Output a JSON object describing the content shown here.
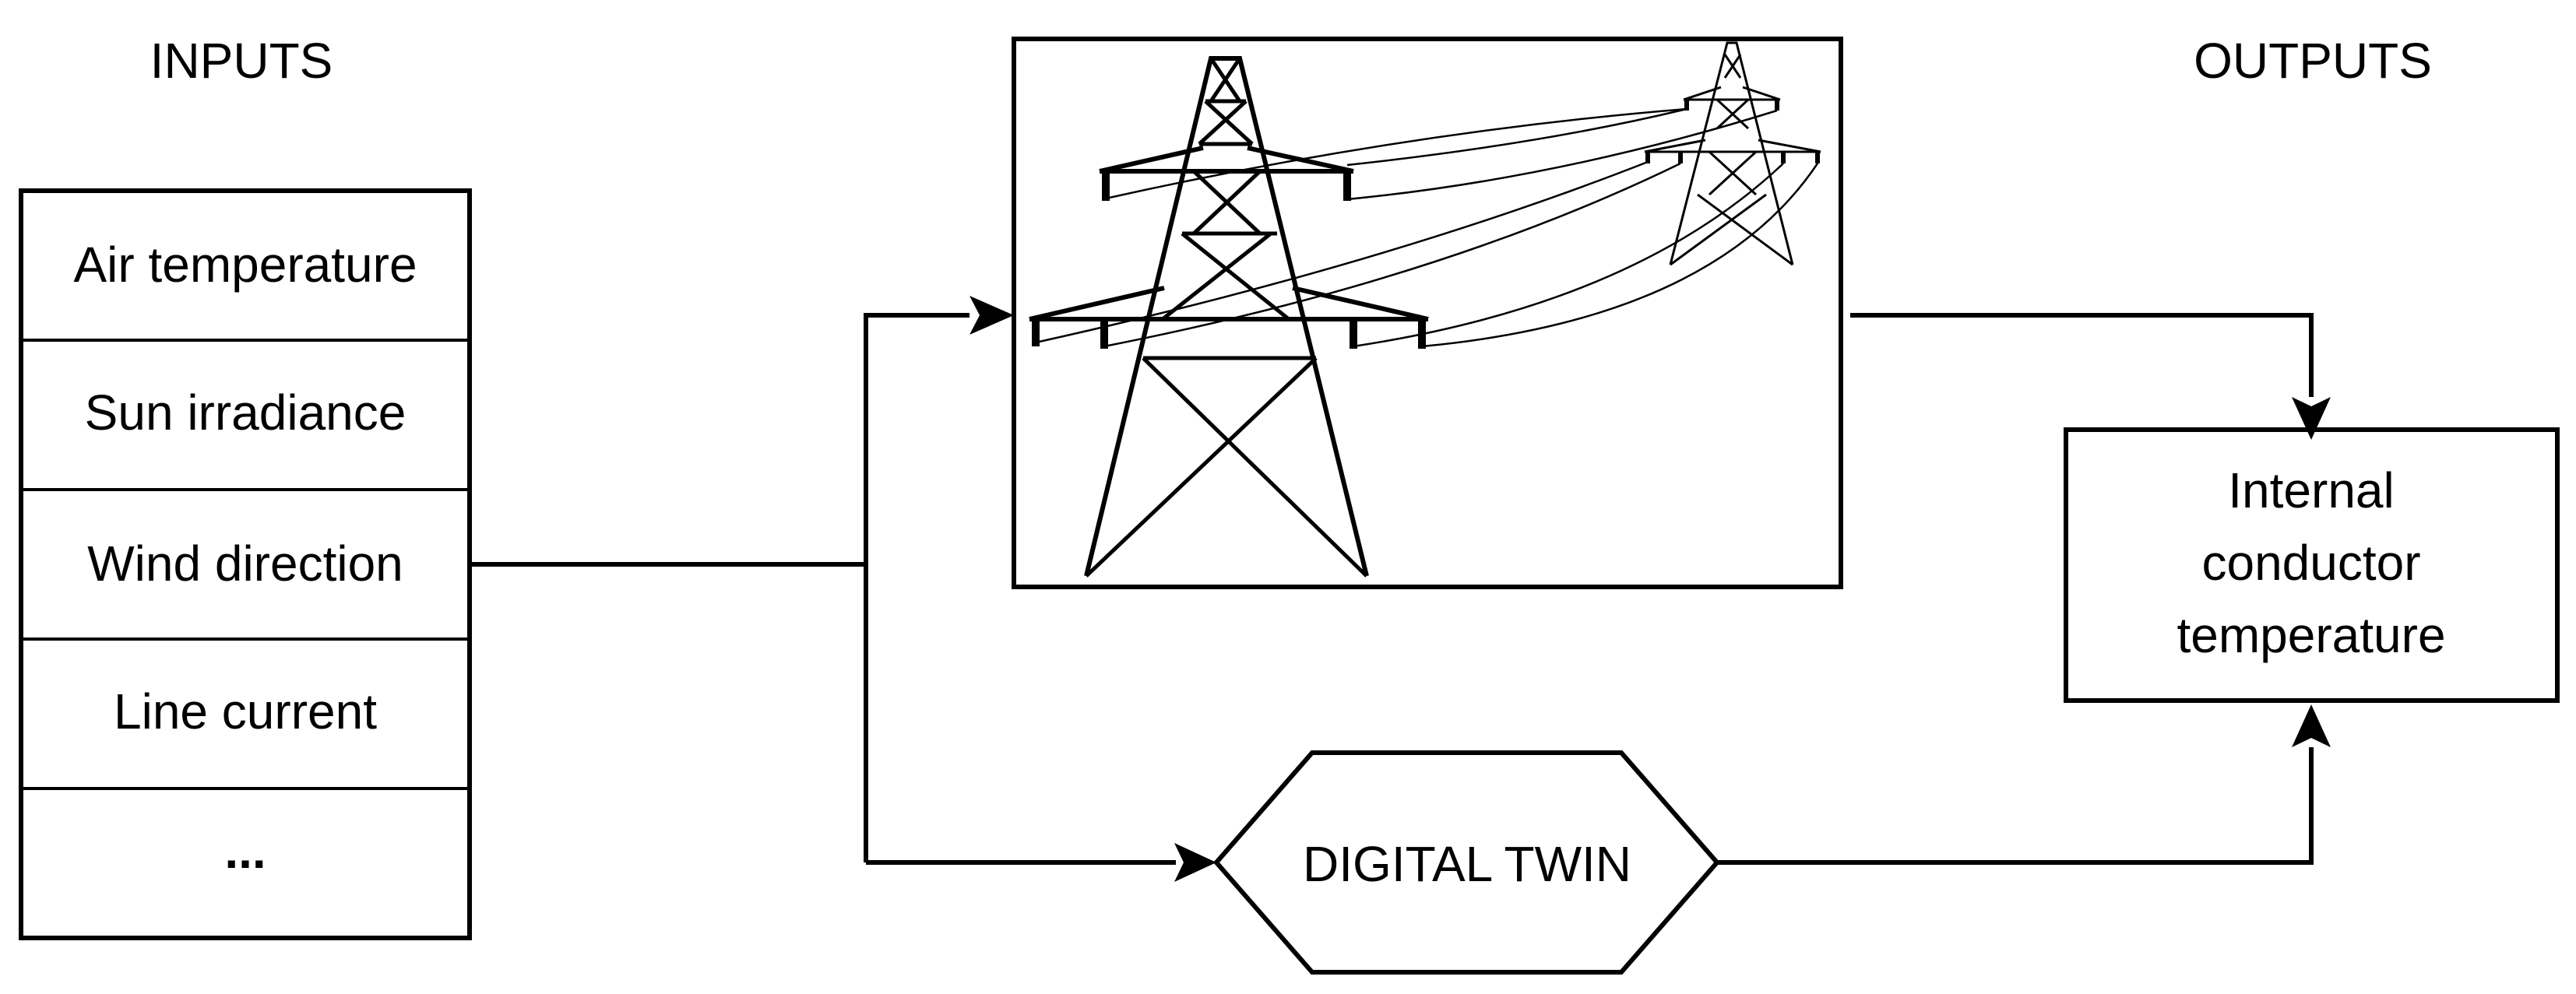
{
  "inputs": {
    "heading": "INPUTS",
    "items": [
      {
        "label": "Air temperature"
      },
      {
        "label": "Sun irradiance"
      },
      {
        "label": "Wind direction"
      },
      {
        "label": "Line current"
      },
      {
        "label": "..."
      }
    ]
  },
  "outputs": {
    "heading": "OUTPUTS",
    "box_lines": [
      "Internal",
      "conductor",
      "temperature"
    ]
  },
  "digital_twin": {
    "label": "DIGITAL TWIN"
  },
  "colors": {
    "stroke": "#000000",
    "background": "#ffffff"
  }
}
